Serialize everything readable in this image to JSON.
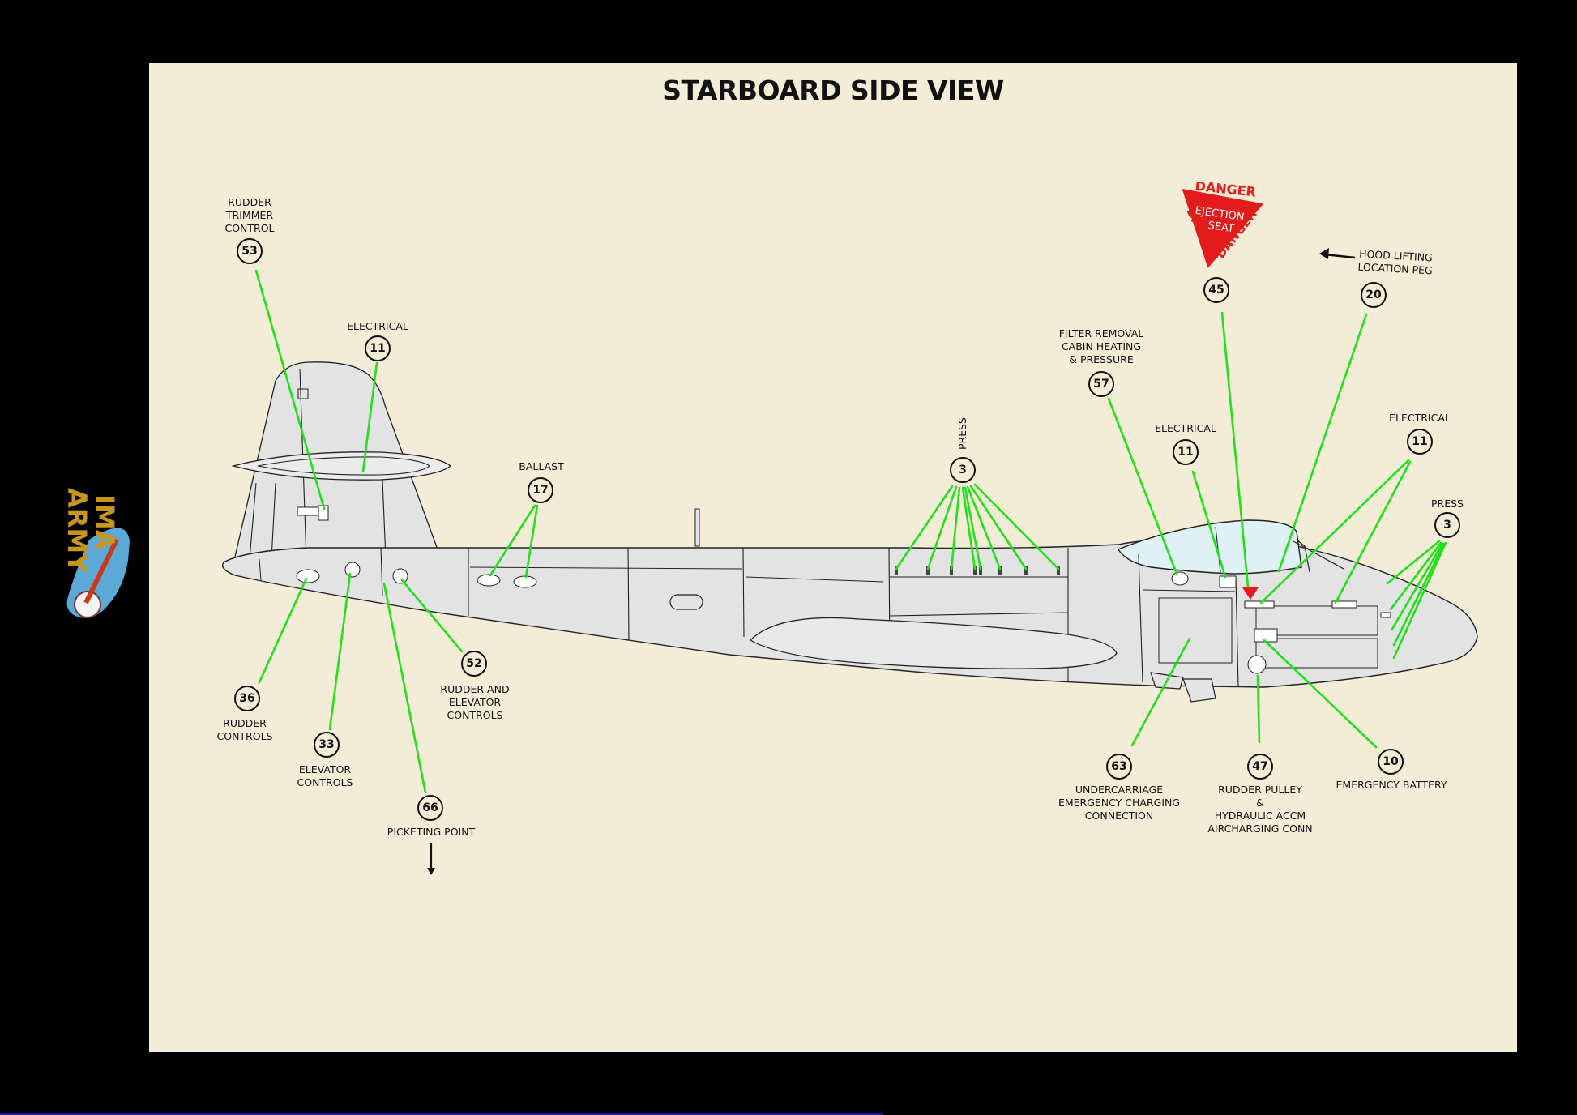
{
  "page": {
    "title": "STARBOARD SIDE VIEW"
  },
  "colors": {
    "frame": "#000000",
    "panel": "#f3ecd6",
    "leader": "#22e01a",
    "aircraft": "#e3e3e3",
    "canopy": "#dff1f5",
    "danger": "#e31b1b"
  },
  "logo": {
    "text": "IMA ARMY",
    "icon": "ima-army-logo"
  },
  "warning": {
    "top": "DANGER",
    "left": "DANGER",
    "right": "DANGER",
    "center_line1": "EJECTION",
    "center_line2": "SEAT"
  },
  "callouts": {
    "c53": {
      "number": "53",
      "label": "RUDDER\nTRIMMER\nCONTROL"
    },
    "c11a": {
      "number": "11",
      "label": "ELECTRICAL"
    },
    "c17": {
      "number": "17",
      "label": "BALLAST"
    },
    "c3a": {
      "number": "3",
      "label": "PRESS"
    },
    "c57": {
      "number": "57",
      "label": "FILTER REMOVAL\nCABIN HEATING\n& PRESSURE"
    },
    "c11b": {
      "number": "11",
      "label": "ELECTRICAL"
    },
    "c45": {
      "number": "45"
    },
    "c20": {
      "number": "20",
      "label": "HOOD LIFTING\nLOCATION PEG"
    },
    "c11c": {
      "number": "11",
      "label": "ELECTRICAL"
    },
    "c3b": {
      "number": "3",
      "label": "PRESS"
    },
    "c36": {
      "number": "36",
      "label": "RUDDER\nCONTROLS"
    },
    "c33": {
      "number": "33",
      "label": "ELEVATOR\nCONTROLS"
    },
    "c66": {
      "number": "66",
      "label": "PICKETING POINT"
    },
    "c52": {
      "number": "52",
      "label": "RUDDER AND\nELEVATOR\nCONTROLS"
    },
    "c63": {
      "number": "63",
      "label": "UNDERCARRIAGE\nEMERGENCY CHARGING\nCONNECTION"
    },
    "c47": {
      "number": "47",
      "label": "RUDDER PULLEY\n&\nHYDRAULIC ACCM\nAIRCHARGING CONN"
    },
    "c10": {
      "number": "10",
      "label": "EMERGENCY BATTERY"
    }
  }
}
